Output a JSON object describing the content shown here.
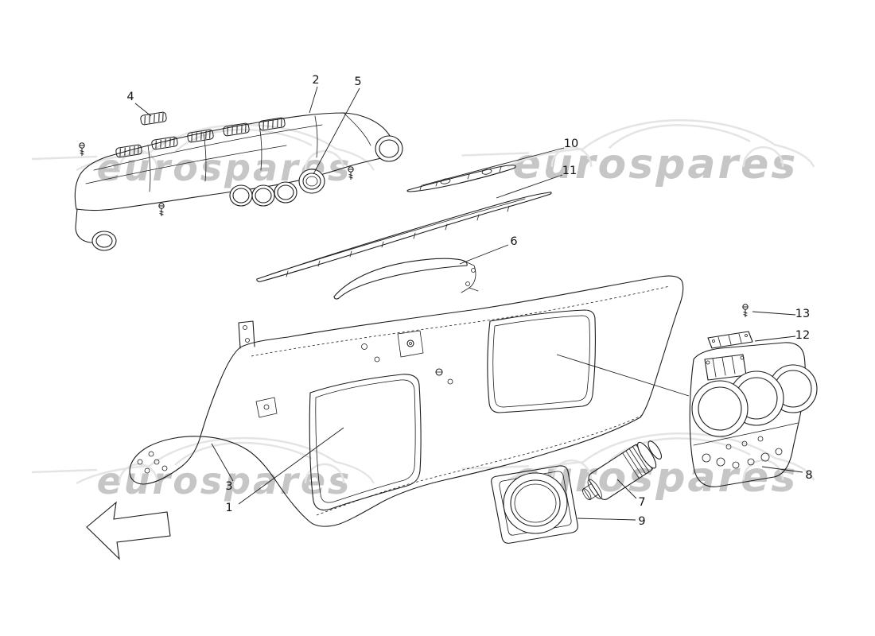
{
  "watermark": {
    "text": "eurospares"
  },
  "callouts": [
    {
      "label": "1"
    },
    {
      "label": "2"
    },
    {
      "label": "3"
    },
    {
      "label": "4"
    },
    {
      "label": "5"
    },
    {
      "label": "6"
    },
    {
      "label": "7"
    },
    {
      "label": "8"
    },
    {
      "label": "9"
    },
    {
      "label": "10"
    },
    {
      "label": "11"
    },
    {
      "label": "12"
    },
    {
      "label": "13"
    }
  ],
  "colors": {
    "background": "#ffffff",
    "line_art": "#1c1c1c",
    "watermark_text": "#c6c6c6",
    "watermark_car": "#e4e4e4"
  }
}
